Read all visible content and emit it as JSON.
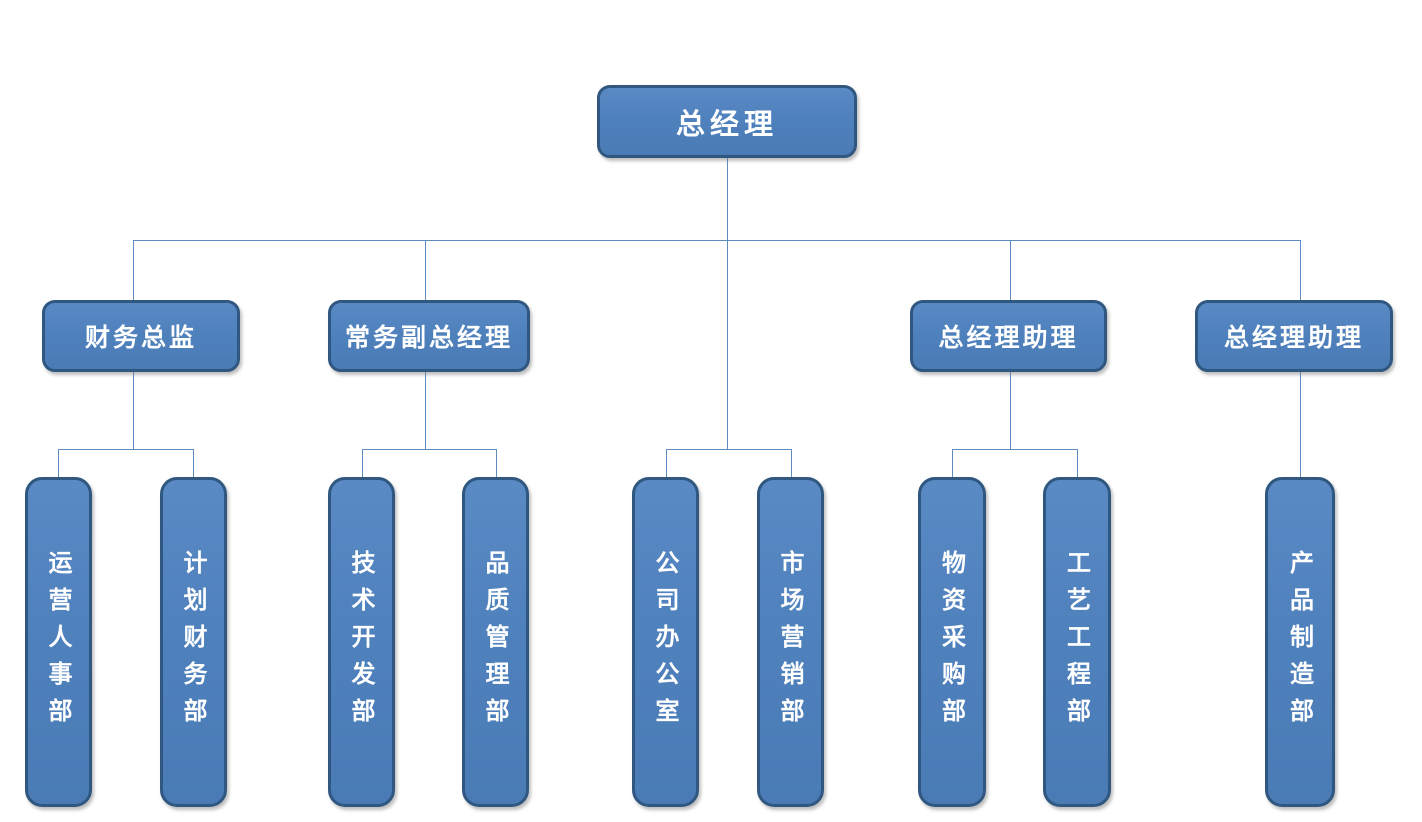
{
  "diagram": {
    "type": "org-chart",
    "root": {
      "label": "总经理"
    },
    "level2": [
      {
        "label": "财务总监"
      },
      {
        "label": "常务副总经理"
      },
      {
        "label": "总经理助理"
      },
      {
        "label": "总经理助理"
      }
    ],
    "departments": [
      {
        "label": "运营人事部",
        "parent": "财务总监"
      },
      {
        "label": "计划财务部",
        "parent": "财务总监"
      },
      {
        "label": "技术开发部",
        "parent": "常务副总经理"
      },
      {
        "label": "品质管理部",
        "parent": "常务副总经理"
      },
      {
        "label": "公司办公室",
        "parent": "总经理"
      },
      {
        "label": "市场营销部",
        "parent": "总经理"
      },
      {
        "label": "物资采购部",
        "parent": "总经理助理"
      },
      {
        "label": "工艺工程部",
        "parent": "总经理助理"
      },
      {
        "label": "产品制造部",
        "parent": "总经理助理"
      }
    ],
    "colors": {
      "node_fill": "#4f81bd",
      "node_border": "#2f5780",
      "connector": "#5f8cc0",
      "text": "#ffffff",
      "background": "#ffffff"
    }
  }
}
